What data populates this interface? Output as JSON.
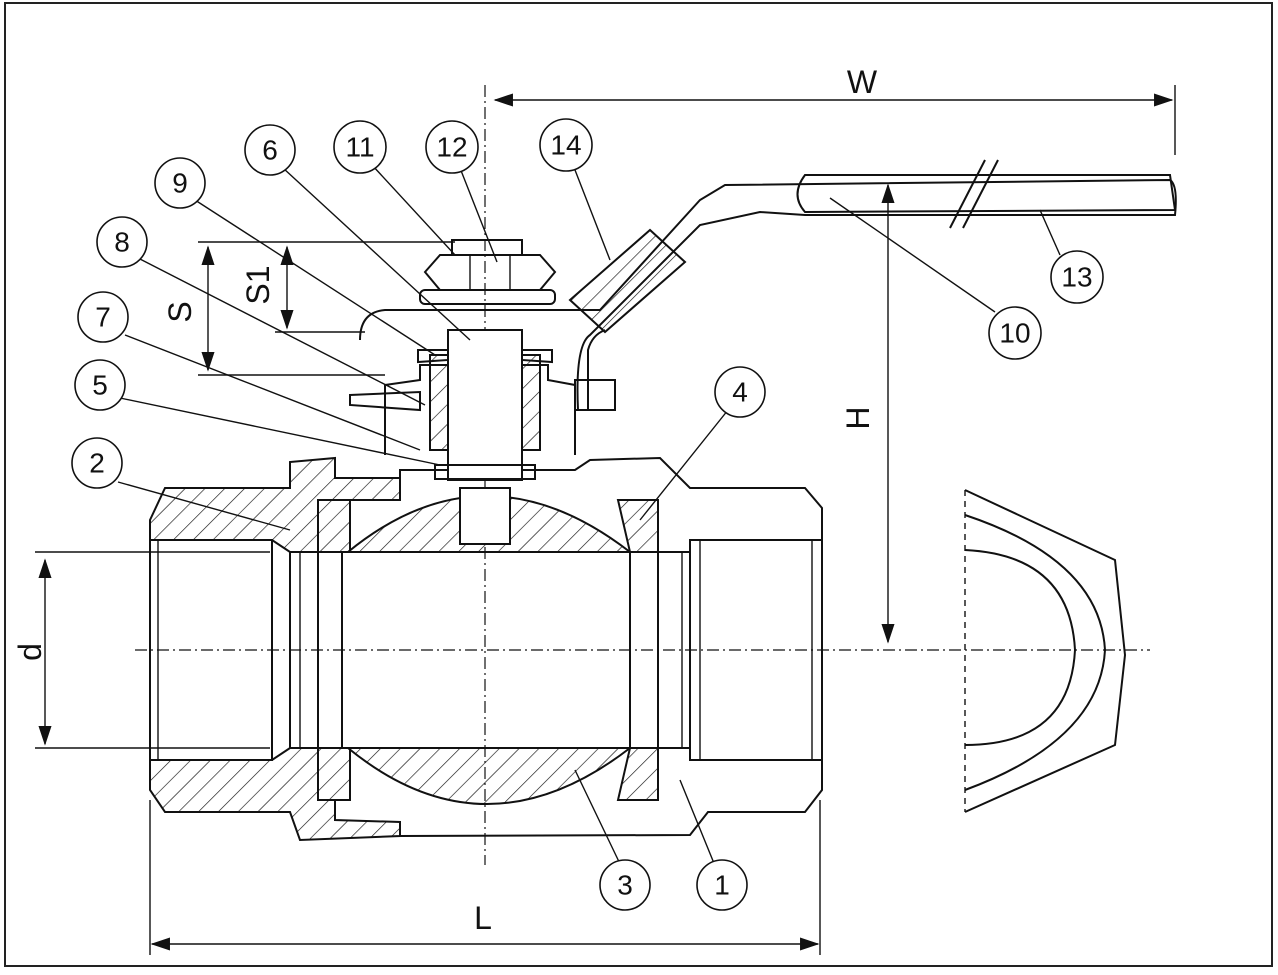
{
  "diagram": {
    "part_callouts": [
      {
        "id": "p1",
        "label": "1"
      },
      {
        "id": "p2",
        "label": "2"
      },
      {
        "id": "p3",
        "label": "3"
      },
      {
        "id": "p4",
        "label": "4"
      },
      {
        "id": "p5",
        "label": "5"
      },
      {
        "id": "p6",
        "label": "6"
      },
      {
        "id": "p7",
        "label": "7"
      },
      {
        "id": "p8",
        "label": "8"
      },
      {
        "id": "p9",
        "label": "9"
      },
      {
        "id": "p10",
        "label": "10"
      },
      {
        "id": "p11",
        "label": "11"
      },
      {
        "id": "p12",
        "label": "12"
      },
      {
        "id": "p13",
        "label": "13"
      },
      {
        "id": "p14",
        "label": "14"
      }
    ],
    "dimensions": {
      "W": "W",
      "H": "H",
      "L": "L",
      "d": "d",
      "S": "S",
      "S1": "S1"
    },
    "colors": {
      "line": "#111111",
      "background": "#ffffff"
    }
  }
}
